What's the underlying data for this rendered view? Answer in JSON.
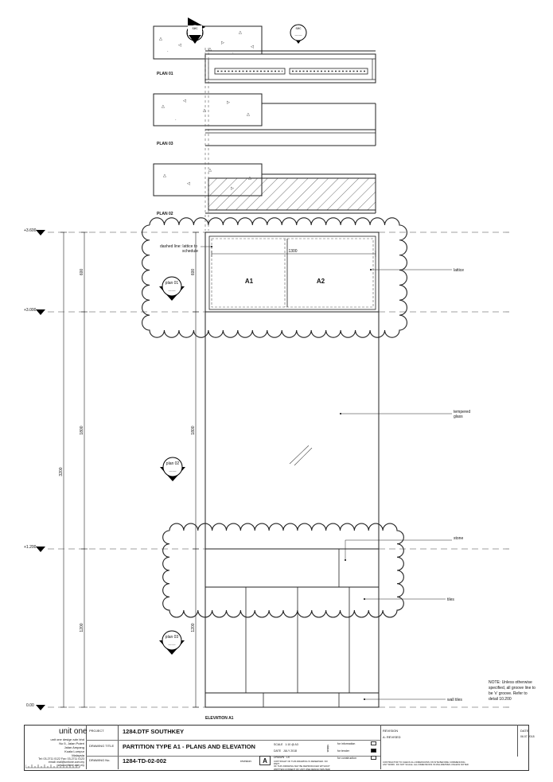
{
  "plans": {
    "plan01": "PLAN 01",
    "plan03": "PLAN 03",
    "plan02": "PLAN 02",
    "sec_label": "sec",
    "sec_sub": "—.—"
  },
  "levels": {
    "l3600": "+3.600",
    "l3000": "+3.000",
    "l1200": "+1.200",
    "l0": "0.00"
  },
  "dimensions": {
    "d600": "600",
    "d1800": "1800",
    "d3200": "3200",
    "d1200": "1200",
    "d1300": "1300"
  },
  "elevation": {
    "panel_a1": "A1",
    "panel_a2": "A2",
    "title": "ELEVATION A1",
    "dashed_note_1": "dashed line: lattice to",
    "dashed_note_2": "schedule",
    "plan_tag_01": "plan 01",
    "plan_tag_02": "plan 02",
    "plan_tag_03": "plan 03",
    "tag_sub": "—.—"
  },
  "callouts": {
    "lattice": "lattice",
    "glass_1": "tempered",
    "glass_2": "glass",
    "stone": "stone",
    "tiles": "tiles",
    "wall_tiles": "wall tiles"
  },
  "note": {
    "line1": "NOTE: Unless otherwise",
    "line2": "specified, all groove line to",
    "line3": "be 'v' groove. Refer to",
    "line4": "detail 10.200"
  },
  "title_block": {
    "logo": "unit one",
    "company": "unit one design sdn bhd",
    "address_1": "No 5, Jalan Puteri",
    "address_2": "Jalan Ampang",
    "address_3": "Kuala Lumpur",
    "address_4": "Malaysia",
    "tel": "Tel: 03-2711 0122",
    "fax": "Fax: 03-2711 0123",
    "email": "email: mail@unitone.com.my",
    "web": "www.unitone.com.my",
    "project_label": "PROJECT",
    "project": "1284.DTF SOUTHKEY",
    "drawing_title_label": "DRAWING TITLE",
    "drawing_title": "PARTITION TYPE A1 - PLANS AND ELEVATION",
    "drawing_no_label": "DRAWING No.",
    "drawing_no": "1284-TD-02-002",
    "revision_label": "revision",
    "revision": "A",
    "scale_label": "SCALE",
    "scale": "1:10 @ A3",
    "date_label": "DATE",
    "date": "JULY 2018",
    "drawn_label": "DRAWN",
    "drawn": "LK",
    "status_label": "status",
    "status_information": "for information",
    "status_tender": "for tender",
    "status_construction": "for construction",
    "copyright_1": "COPYRIGHT OF THIS DRAWING IS RESERVED. NO PART",
    "copyright_2": "OF THIS DRAWING MAY BE REPRODUCED WITHOUT",
    "copyright_3": "WRITTEN CONSENT OF UNIT ONE DESIGN SDN BHD",
    "revision_header": "REVISION",
    "revision_entry": "A: REVISED",
    "date_header": "DATE",
    "date_entry": "06.07.2018",
    "footer_1": "CONTRACTOR TO CHECK ALL DIMENSIONS ON SITE BEFORE COMMENCING",
    "footer_2": "ANY WORK. DO NOT SCALE. ALL DIMENSIONS IN MILLIMETRES UNLESS NOTED"
  }
}
